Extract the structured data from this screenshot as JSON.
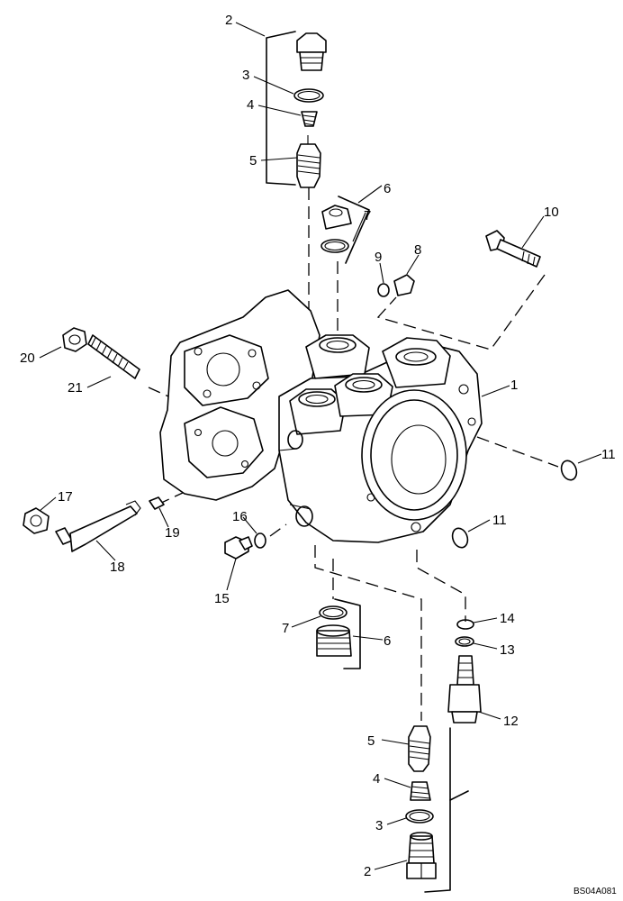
{
  "figure_code": "BS04A081",
  "callouts": [
    {
      "id": "c2-top",
      "label": "2"
    },
    {
      "id": "c3-top",
      "label": "3"
    },
    {
      "id": "c4-top",
      "label": "4"
    },
    {
      "id": "c5-top",
      "label": "5"
    },
    {
      "id": "c6-top",
      "label": "6"
    },
    {
      "id": "c7-top",
      "label": "7"
    },
    {
      "id": "c8",
      "label": "8"
    },
    {
      "id": "c9",
      "label": "9"
    },
    {
      "id": "c10",
      "label": "10"
    },
    {
      "id": "c1",
      "label": "1"
    },
    {
      "id": "c11-right",
      "label": "11"
    },
    {
      "id": "c11-lower",
      "label": "11"
    },
    {
      "id": "c20",
      "label": "20"
    },
    {
      "id": "c21",
      "label": "21"
    },
    {
      "id": "c17",
      "label": "17"
    },
    {
      "id": "c18",
      "label": "18"
    },
    {
      "id": "c19",
      "label": "19"
    },
    {
      "id": "c16",
      "label": "16"
    },
    {
      "id": "c15",
      "label": "15"
    },
    {
      "id": "c7-bottom",
      "label": "7"
    },
    {
      "id": "c6-bottom",
      "label": "6"
    },
    {
      "id": "c14",
      "label": "14"
    },
    {
      "id": "c13",
      "label": "13"
    },
    {
      "id": "c12",
      "label": "12"
    },
    {
      "id": "c5-bottom",
      "label": "5"
    },
    {
      "id": "c4-bottom",
      "label": "4"
    },
    {
      "id": "c3-bottom",
      "label": "3"
    },
    {
      "id": "c2-bottom",
      "label": "2"
    }
  ]
}
